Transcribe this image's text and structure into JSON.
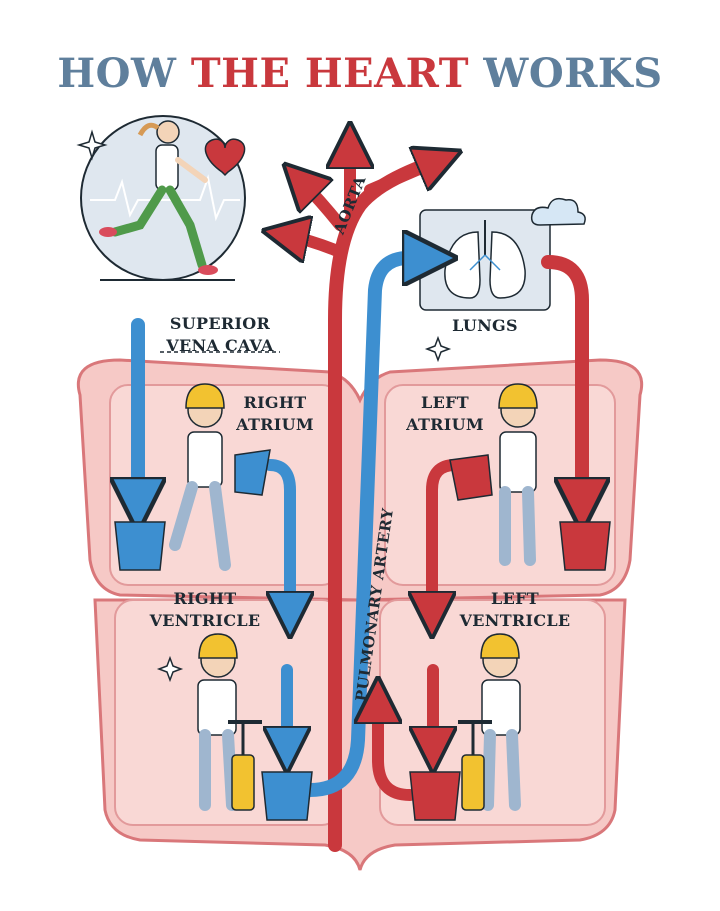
{
  "title": {
    "part1": "HOW",
    "part2": "THE HEART",
    "part3": "WORKS"
  },
  "labels": {
    "superior_vena_cava_line1": "SUPERIOR",
    "superior_vena_cava_line2": "VENA CAVA",
    "right_atrium_line1": "RIGHT",
    "right_atrium_line2": "ATRIUM",
    "left_atrium_line1": "LEFT",
    "left_atrium_line2": "ATRIUM",
    "right_ventricle_line1": "RIGHT",
    "right_ventricle_line2": "VENTRICLE",
    "left_ventricle_line1": "LEFT",
    "left_ventricle_line2": "VENTRICLE",
    "lungs": "LUNGS",
    "aorta": "AORTA",
    "pulmonary_artery": "PULMONARY ARTERY"
  },
  "colors": {
    "title_blue": "#5f7f9c",
    "title_red": "#c9383d",
    "oxygen_poor_blood": "#3d8fd0",
    "oxygen_rich_blood": "#c9383d",
    "heart_fill": "#f6c9c6",
    "heart_outline": "#d9777a",
    "outline": "#1e2a33"
  },
  "icons": [
    "running-woman-icon",
    "heart-icon",
    "cloud-icon",
    "lungs-icon",
    "sparkle-icon",
    "bucket-icon",
    "pump-icon",
    "worker-icon"
  ]
}
